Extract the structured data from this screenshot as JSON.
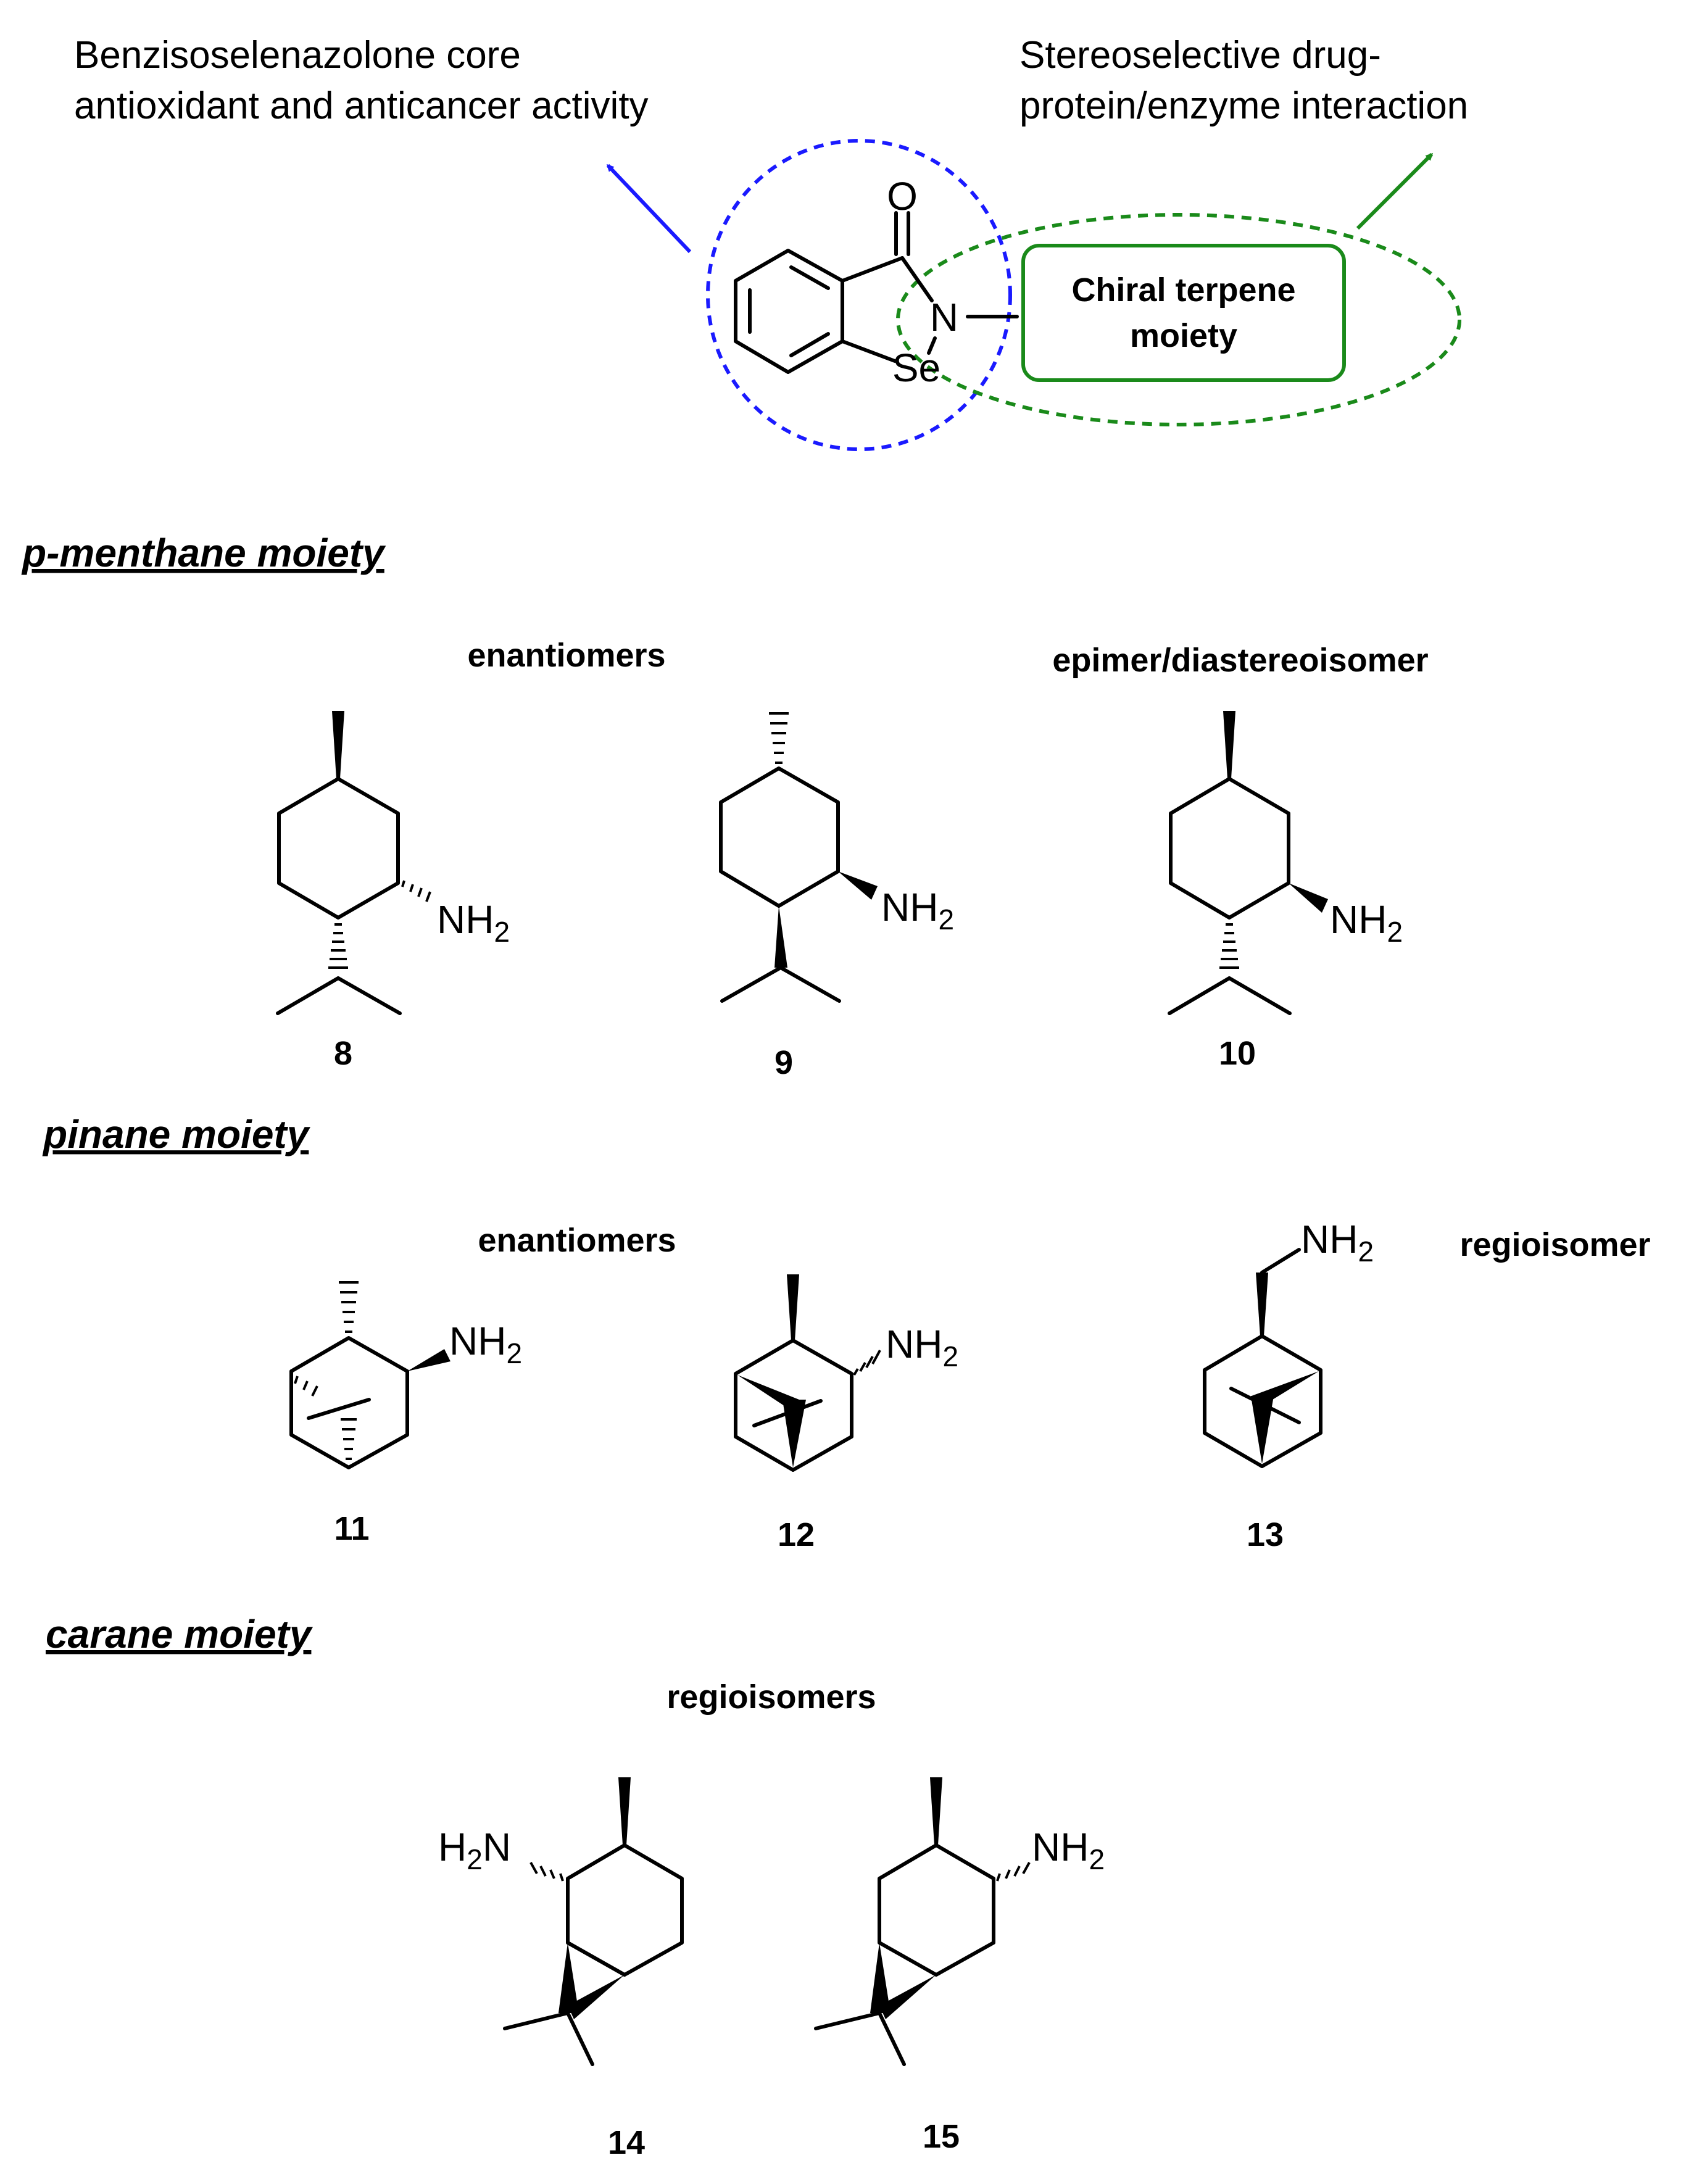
{
  "header": {
    "left_line1": "Benzisoselenazolone core",
    "left_line2": "antioxidant and anticancer activity",
    "right_line1": "Stereoselective drug-",
    "right_line2": "protein/enzyme interaction",
    "box_line1": "Chiral terpene",
    "box_line2": "moiety",
    "atom_O": "O",
    "atom_N": "N",
    "atom_Se": "Se"
  },
  "colors": {
    "core_circle": "#1a1aff",
    "terpene_ellipse": "#1a8a1a",
    "box": "#1a8a1a"
  },
  "sections": {
    "menthane": {
      "title": "p-menthane moiety",
      "note_left": "enantiomers",
      "note_right": "epimer/diastereoisomer"
    },
    "pinane": {
      "title": "pinane moiety",
      "note_left": "enantiomers",
      "note_right": "regioisomer"
    },
    "carane": {
      "title": "carane moiety",
      "note_center": "regioisomers"
    }
  },
  "groups": {
    "nh2": "NH",
    "nh2_sub": "2",
    "h2n_h": "H",
    "h2n_sub": "2",
    "h2n_n": "N"
  },
  "compounds": {
    "c8": "8",
    "c9": "9",
    "c10": "10",
    "c11": "11",
    "c12": "12",
    "c13": "13",
    "c14": "14",
    "c15": "15"
  }
}
